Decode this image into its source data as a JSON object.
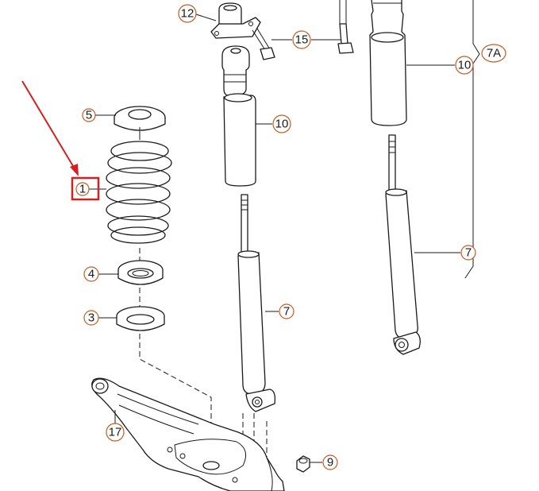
{
  "callouts": {
    "c12": "12",
    "c15": "15",
    "c7a": "7A",
    "c10a": "10",
    "c10b": "10",
    "c5": "5",
    "c1": "1",
    "c4": "4",
    "c3": "3",
    "c7a_shock": "7",
    "c7b_shock": "7",
    "c17": "17",
    "c9": "9"
  },
  "colors": {
    "callout_ring": "#c85a1e",
    "highlight": "#d42020",
    "line": "#1a1a1a"
  },
  "highlighted_part": "1"
}
